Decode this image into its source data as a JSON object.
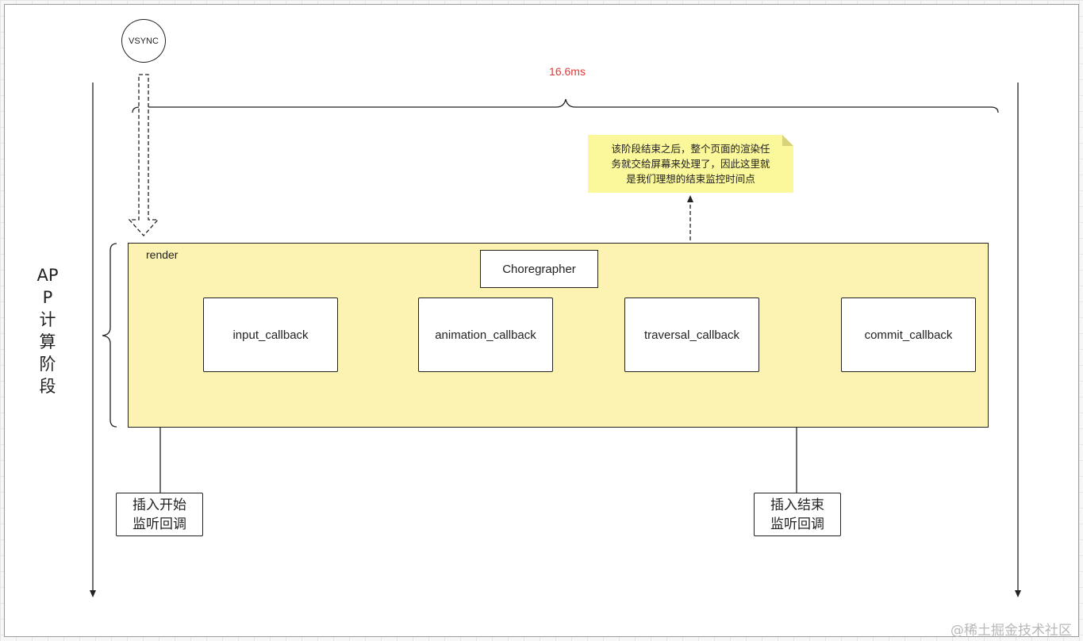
{
  "vsync": {
    "label": "VSYNC"
  },
  "frame_duration": "16.6ms",
  "note": {
    "lines": [
      "该阶段结束之后，整个页面的渲染任",
      "务就交给屏幕来处理了，因此这里就",
      "是我们理想的结束监控时间点"
    ],
    "background": "#fbf79b"
  },
  "render": {
    "label": "render",
    "background": "#fcf2b1",
    "component": "Choregrapher",
    "callbacks": [
      {
        "label": "input_callback"
      },
      {
        "label": "animation_callback"
      },
      {
        "label": "traversal_callback"
      },
      {
        "label": "commit_callback"
      }
    ]
  },
  "side_label": "APP计算阶段",
  "hooks": {
    "start": {
      "line1": "插入开始",
      "line2": "监听回调"
    },
    "end": {
      "line1": "插入结束",
      "line2": "监听回调"
    }
  },
  "watermark": "@稀土掘金技术社区",
  "colors": {
    "duration": "#e03a3a",
    "stroke": "#222222"
  }
}
